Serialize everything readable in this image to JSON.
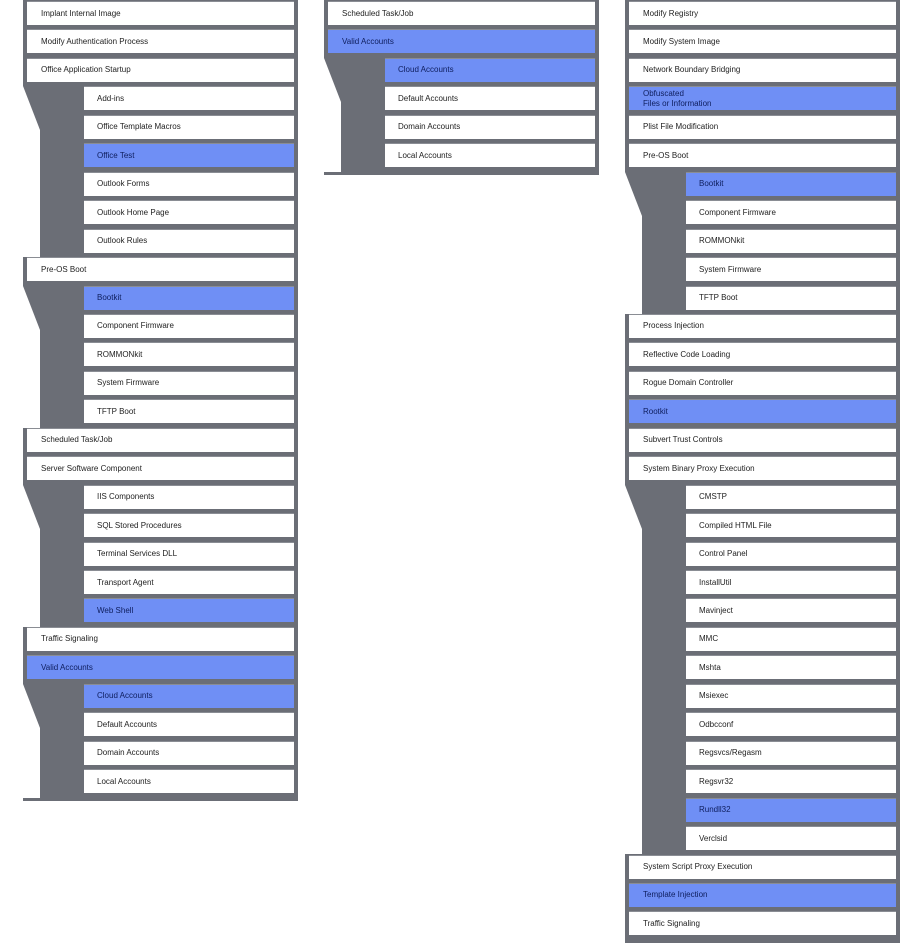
{
  "colors": {
    "highlight": "#6f8ff5",
    "frame": "#6b6e76",
    "cell": "#ffffff"
  },
  "columns": [
    {
      "items": [
        {
          "label": "Implant Internal Image"
        },
        {
          "label": "Modify Authentication Process"
        },
        {
          "label": "Office Application Startup",
          "children": [
            {
              "label": "Add-ins"
            },
            {
              "label": "Office Template Macros"
            },
            {
              "label": "Office Test",
              "highlighted": true
            },
            {
              "label": "Outlook Forms"
            },
            {
              "label": "Outlook Home Page"
            },
            {
              "label": "Outlook Rules"
            }
          ]
        },
        {
          "label": "Pre-OS Boot",
          "children": [
            {
              "label": "Bootkit",
              "highlighted": true
            },
            {
              "label": "Component Firmware"
            },
            {
              "label": "ROMMONkit"
            },
            {
              "label": "System Firmware"
            },
            {
              "label": "TFTP Boot"
            }
          ]
        },
        {
          "label": "Scheduled Task/Job"
        },
        {
          "label": "Server Software Component",
          "children": [
            {
              "label": "IIS Components"
            },
            {
              "label": "SQL Stored Procedures"
            },
            {
              "label": "Terminal Services DLL"
            },
            {
              "label": "Transport Agent"
            },
            {
              "label": "Web Shell",
              "highlighted": true
            }
          ]
        },
        {
          "label": "Traffic Signaling"
        },
        {
          "label": "Valid Accounts",
          "highlighted": true,
          "children": [
            {
              "label": "Cloud Accounts",
              "highlighted": true
            },
            {
              "label": "Default Accounts"
            },
            {
              "label": "Domain Accounts"
            },
            {
              "label": "Local Accounts"
            }
          ]
        }
      ]
    },
    {
      "items": [
        {
          "label": "Scheduled Task/Job"
        },
        {
          "label": "Valid Accounts",
          "highlighted": true,
          "children": [
            {
              "label": "Cloud Accounts",
              "highlighted": true
            },
            {
              "label": "Default Accounts"
            },
            {
              "label": "Domain Accounts"
            },
            {
              "label": "Local Accounts"
            }
          ]
        }
      ]
    },
    {
      "items": [
        {
          "label": "Modify Registry"
        },
        {
          "label": "Modify System Image"
        },
        {
          "label": "Network Boundary Bridging"
        },
        {
          "label": "Obfuscated\nFiles or Information",
          "highlighted": true
        },
        {
          "label": "Plist File Modification"
        },
        {
          "label": "Pre-OS Boot",
          "children": [
            {
              "label": "Bootkit",
              "highlighted": true
            },
            {
              "label": "Component Firmware"
            },
            {
              "label": "ROMMONkit"
            },
            {
              "label": "System Firmware"
            },
            {
              "label": "TFTP Boot"
            }
          ]
        },
        {
          "label": "Process Injection"
        },
        {
          "label": "Reflective Code Loading"
        },
        {
          "label": "Rogue Domain Controller"
        },
        {
          "label": "Rootkit",
          "highlighted": true
        },
        {
          "label": "Subvert Trust Controls"
        },
        {
          "label": "System Binary Proxy Execution",
          "children": [
            {
              "label": "CMSTP"
            },
            {
              "label": "Compiled HTML File"
            },
            {
              "label": "Control Panel"
            },
            {
              "label": "InstallUtil"
            },
            {
              "label": "Mavinject"
            },
            {
              "label": "MMC"
            },
            {
              "label": "Mshta"
            },
            {
              "label": "Msiexec"
            },
            {
              "label": "Odbcconf"
            },
            {
              "label": "Regsvcs/Regasm"
            },
            {
              "label": "Regsvr32"
            },
            {
              "label": "Rundll32",
              "highlighted": true
            },
            {
              "label": "Verclsid"
            }
          ]
        },
        {
          "label": "System Script Proxy Execution"
        },
        {
          "label": "Template Injection",
          "highlighted": true
        },
        {
          "label": "Traffic Signaling"
        }
      ]
    }
  ]
}
